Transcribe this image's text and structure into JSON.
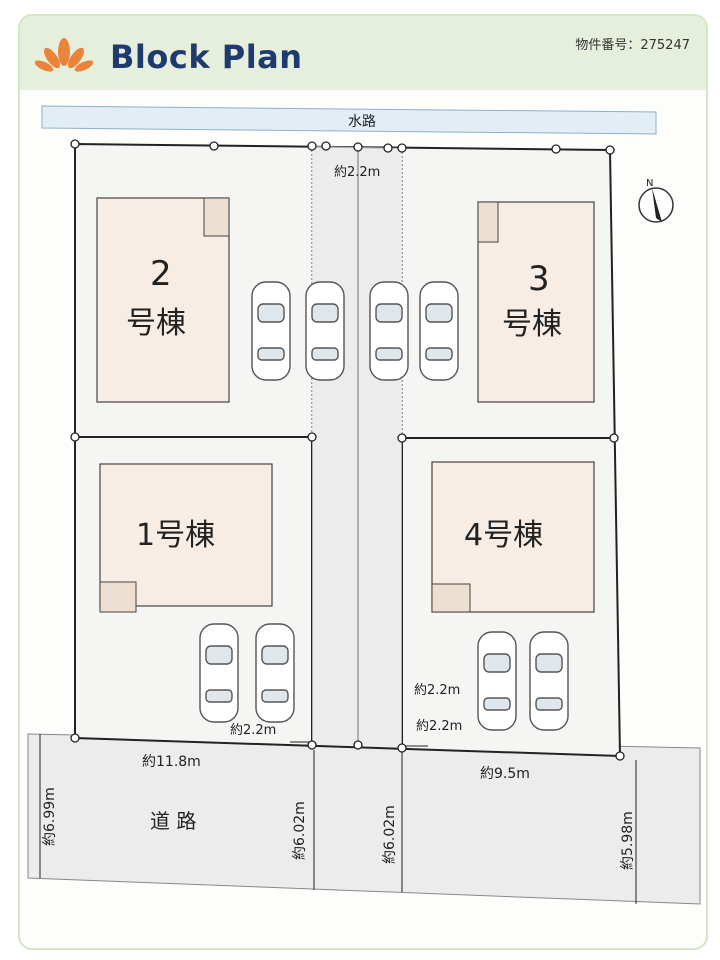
{
  "header": {
    "title": "Block Plan",
    "property_number": "物件番号：275247"
  },
  "labels": {
    "waterway": "水路",
    "road": "道 路"
  },
  "lots": {
    "lot2_num": "2",
    "lot2_suffix": "号棟",
    "lot3_num": "3",
    "lot3_suffix": "号棟",
    "lot1": "1号棟",
    "lot4": "4号棟"
  },
  "dimensions": {
    "top_passage": "約2.2m",
    "left_passage": "約2.2m",
    "right_passage_a": "約2.2m",
    "right_passage_b": "約2.2m",
    "left_frontage": "約11.8m",
    "right_frontage": "約9.5m",
    "road_width_left": "約6.99m",
    "road_width_mid1": "約6.02m",
    "road_width_mid2": "約6.02m",
    "road_width_right": "約5.98m"
  },
  "compass": "N",
  "colors": {
    "title": "#1e3a6e",
    "header_bg": "#e6efdc",
    "house_fill": "#f7ede4",
    "road_fill": "#ececec",
    "waterway_fill": "#e3edf5"
  }
}
